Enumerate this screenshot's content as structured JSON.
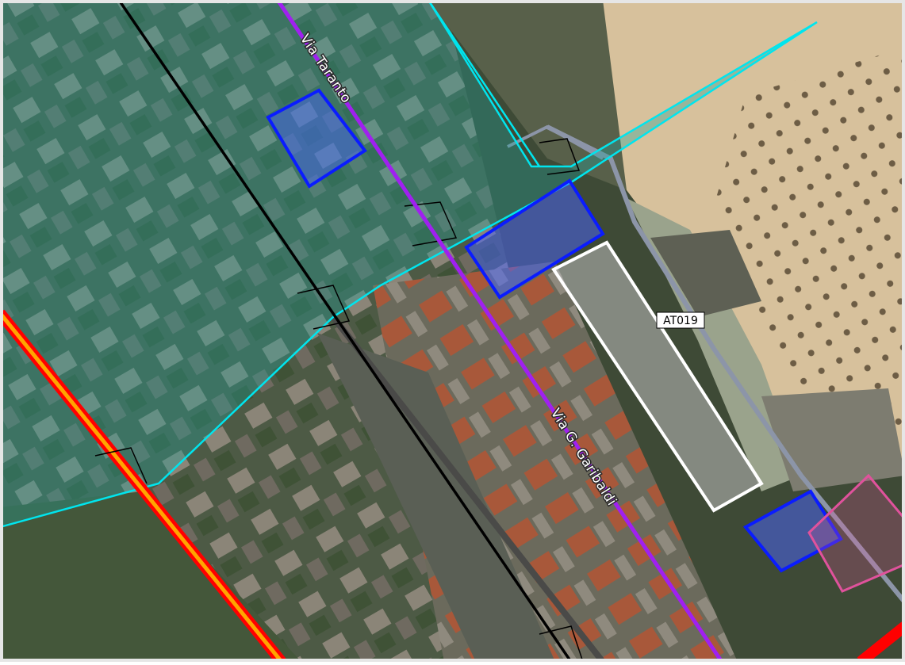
{
  "map": {
    "streets": [
      {
        "id": "via-taranto",
        "label": "Via Taranto"
      },
      {
        "id": "via-garibaldi",
        "label": "Via G. Garibaldi"
      }
    ],
    "zone_label": "AT019",
    "colors": {
      "frame": "#e6e6e6",
      "street_axis": "#a020f0",
      "railway_line": "#000000",
      "buffer_outline": "#00e5ee",
      "buffer_fill": "#1fa39a",
      "parcel_blue_outline": "#0a1cff",
      "parcel_blue_fill": "#4a63ff",
      "zone_outline": "#ffffff",
      "zone_fill": "#bdbdbd",
      "pink_parcel_outline": "#e0529c",
      "highway_red": "#ff0000",
      "highway_orange": "#ffa500",
      "beach": "#d7c19c",
      "sea_road_grey": "#8c95a8"
    }
  }
}
